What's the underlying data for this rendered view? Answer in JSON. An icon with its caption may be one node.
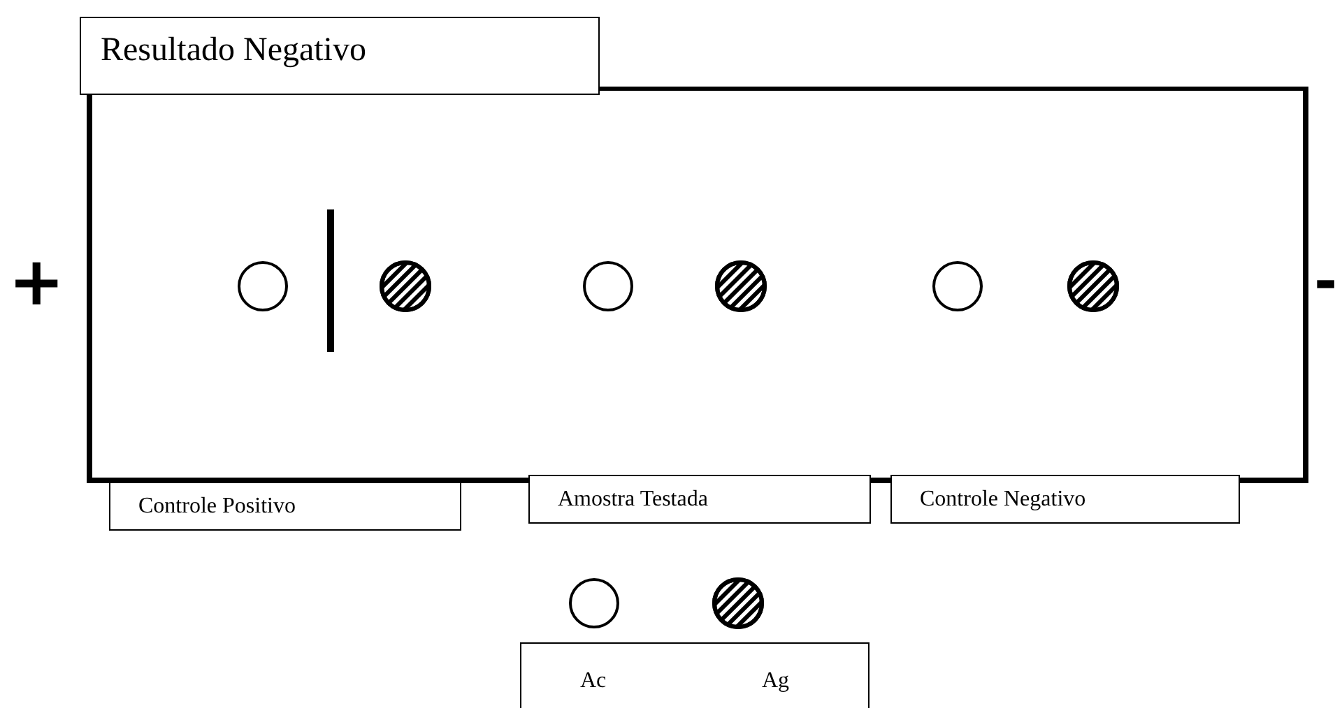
{
  "diagram": {
    "title": "Resultado Negativo",
    "nodes": [
      {
        "text": [
          "Controle Positivo"
        ]
      },
      {
        "text": [
          "Amostra Testada"
        ]
      },
      {
        "text": [
          "Controle Negativo"
        ]
      }
    ],
    "labels": [
      "+",
      "-"
    ],
    "legend": [
      {
        "text": "Ac"
      },
      {
        "text": "Ag"
      }
    ]
  }
}
